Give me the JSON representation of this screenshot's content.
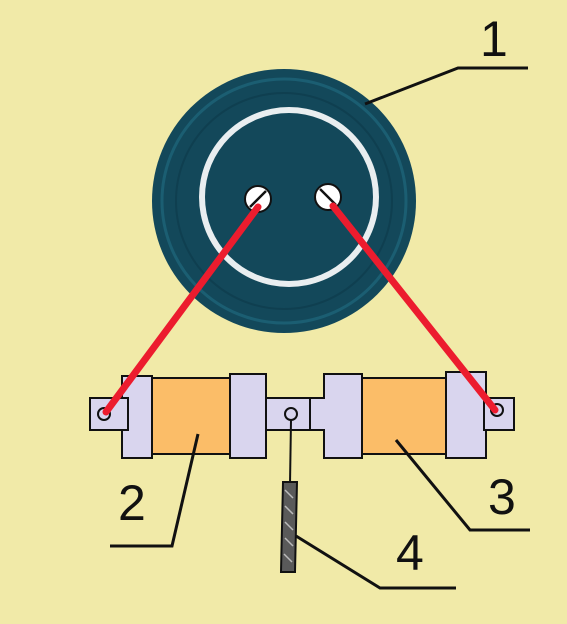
{
  "diagram": {
    "background_color": "#f1eaa8",
    "component_colors": {
      "socket_outer": "#13485a",
      "socket_ring_light": "#e9eef0",
      "wire": "#ec1c2e",
      "resistor_body": "#fbbd68",
      "terminal_block": "#d9d5ee",
      "cable": "#5a5a5a"
    },
    "callouts": [
      {
        "id": "1",
        "label": "1",
        "target": "socket"
      },
      {
        "id": "2",
        "label": "2",
        "target": "left-resistor"
      },
      {
        "id": "3",
        "label": "3",
        "target": "right-resistor"
      },
      {
        "id": "4",
        "label": "4",
        "target": "ground-lead"
      }
    ]
  }
}
